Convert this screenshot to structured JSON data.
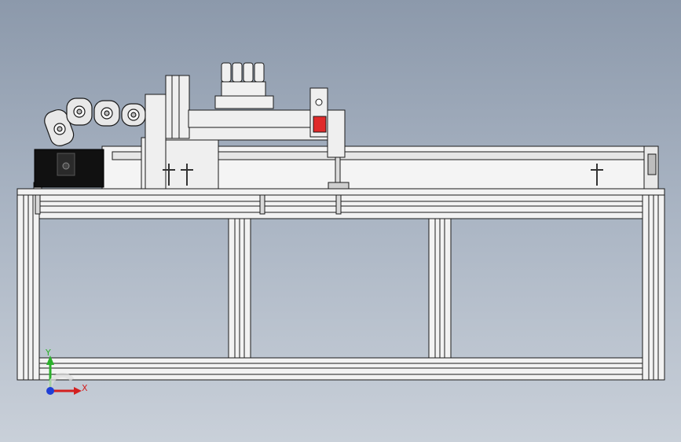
{
  "app": {
    "view": "front-view",
    "background_top": "#8c99ab",
    "background_bottom": "#c9d0d9"
  },
  "model": {
    "frame_color": "#f2f2f2",
    "edge_color": "#1a1a1a",
    "motor_color": "#111111",
    "red_part_color": "#e02a2a"
  },
  "triad": {
    "x_label": "X",
    "y_label": "Y",
    "x_color": "#d32020",
    "y_color": "#2bb02b",
    "z_color": "#1f3fd6"
  }
}
